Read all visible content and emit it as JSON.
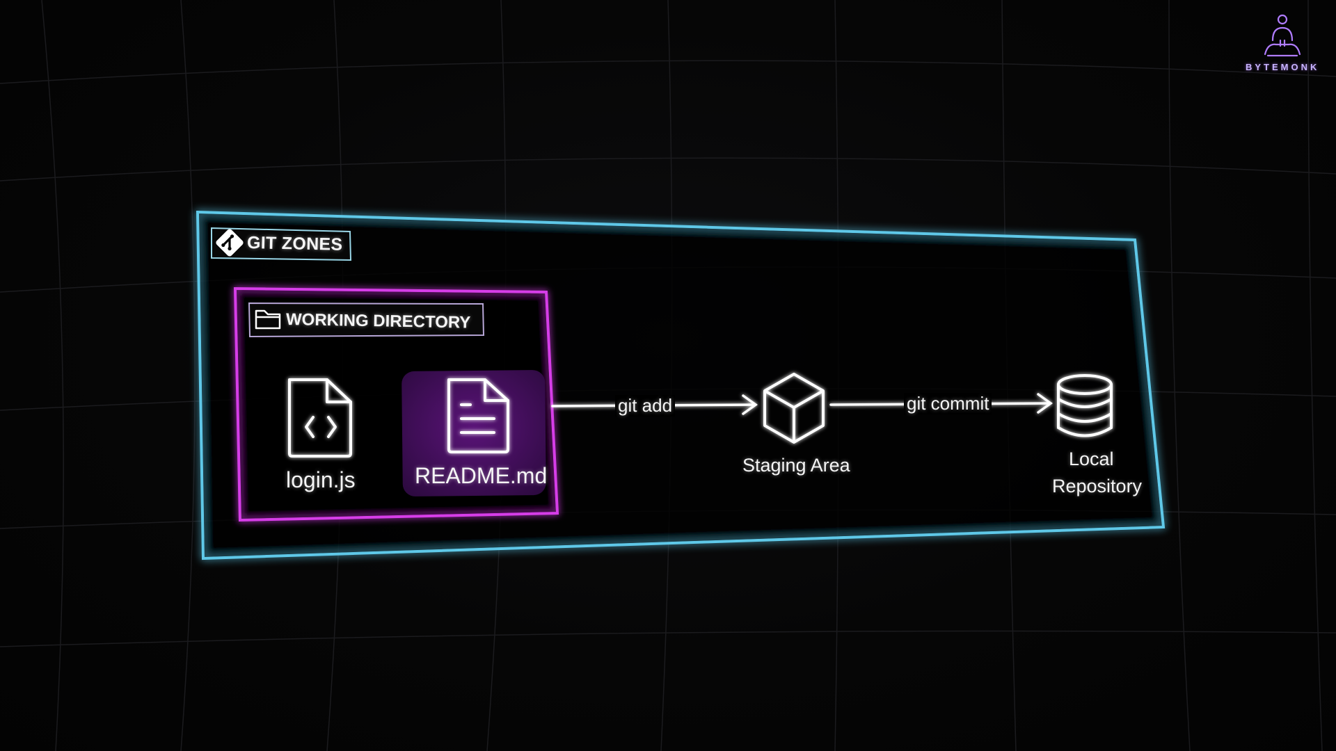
{
  "diagram": {
    "outer_zone": {
      "title": "GIT ZONES",
      "icon": "git-logo-icon",
      "border_color": "#5ec8e8"
    },
    "working_directory": {
      "title": "WORKING DIRECTORY",
      "icon": "folder-icon",
      "border_color": "#d63ee8",
      "files": [
        {
          "name": "login.js",
          "icon": "code-file-icon",
          "highlighted": false
        },
        {
          "name": "README.md",
          "icon": "text-file-icon",
          "highlighted": true
        }
      ]
    },
    "arrows": [
      {
        "label": "git add",
        "from": "WORKING DIRECTORY",
        "to": "Staging Area"
      },
      {
        "label": "git commit",
        "from": "Staging Area",
        "to": "Local Repository"
      }
    ],
    "zones": [
      {
        "name": "Staging Area",
        "icon": "cube-icon"
      },
      {
        "name_line1": "Local",
        "name_line2": "Repository",
        "icon": "database-icon"
      }
    ]
  },
  "branding": {
    "name": "BYTEMONK",
    "icon": "monk-logo-icon",
    "accent": "#b07cff"
  },
  "colors": {
    "background": "#050505",
    "text": "#f5f5f5",
    "highlight_fill": "#4a0f62"
  }
}
